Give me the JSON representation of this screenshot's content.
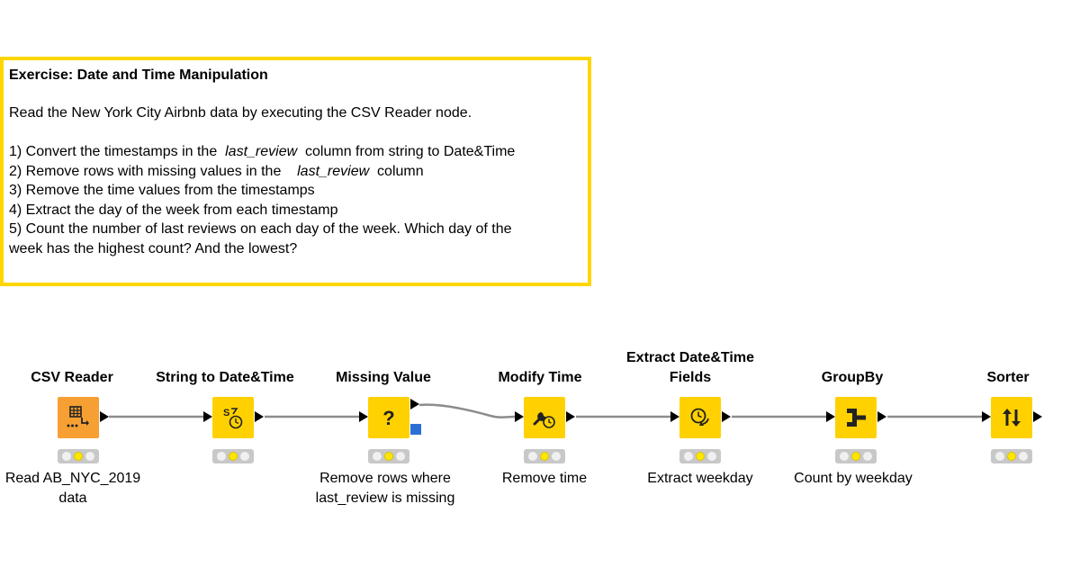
{
  "annotation": {
    "title": "Exercise: Date and Time Manipulation",
    "intro": "Read the New York City Airbnb data by executing the CSV Reader node.",
    "step1_pre": "1) Convert the timestamps in the  ",
    "step1_col": "last_review",
    "step1_post": "  column from string to Date&Time",
    "step2_pre": "2) Remove rows with missing values in the    ",
    "step2_col": "last_review",
    "step2_post": "  column",
    "step3": "3) Remove the time values from the timestamps",
    "step4": "4) Extract the day of the week from each timestamp",
    "step5_a": "5) Count the number of last reviews on each day of the week. Which day of the",
    "step5_b": "week has the highest count? And the lowest?",
    "border_color": "#ffd600"
  },
  "nodes": [
    {
      "title": "CSV Reader",
      "label_1": "Read AB_NYC_2019",
      "label_2": "data",
      "icon": "csv-reader-icon",
      "color": "#f6a033",
      "status": "configured"
    },
    {
      "title": "String to Date&Time",
      "label_1": "",
      "label_2": "",
      "icon": "string-to-datetime-icon",
      "color": "#ffd100",
      "status": "configured"
    },
    {
      "title": "Missing Value",
      "label_1": "Remove rows where",
      "label_2": "last_review is missing",
      "icon": "question-mark-icon",
      "color": "#ffd100",
      "status": "configured"
    },
    {
      "title": "Modify Time",
      "label_1": "Remove time",
      "label_2": "",
      "icon": "modify-time-icon",
      "color": "#ffd100",
      "status": "configured"
    },
    {
      "title_1": "Extract Date&Time",
      "title_2": "Fields",
      "label_1": "Extract weekday",
      "label_2": "",
      "icon": "extract-datetime-icon",
      "color": "#ffd100",
      "status": "configured"
    },
    {
      "title": "GroupBy",
      "label_1": "Count by weekday",
      "label_2": "",
      "icon": "groupby-icon",
      "color": "#ffd100",
      "status": "configured"
    },
    {
      "title": "Sorter",
      "label_1": "",
      "label_2": "",
      "icon": "sort-arrows-icon",
      "color": "#ffd100",
      "status": "configured"
    }
  ]
}
